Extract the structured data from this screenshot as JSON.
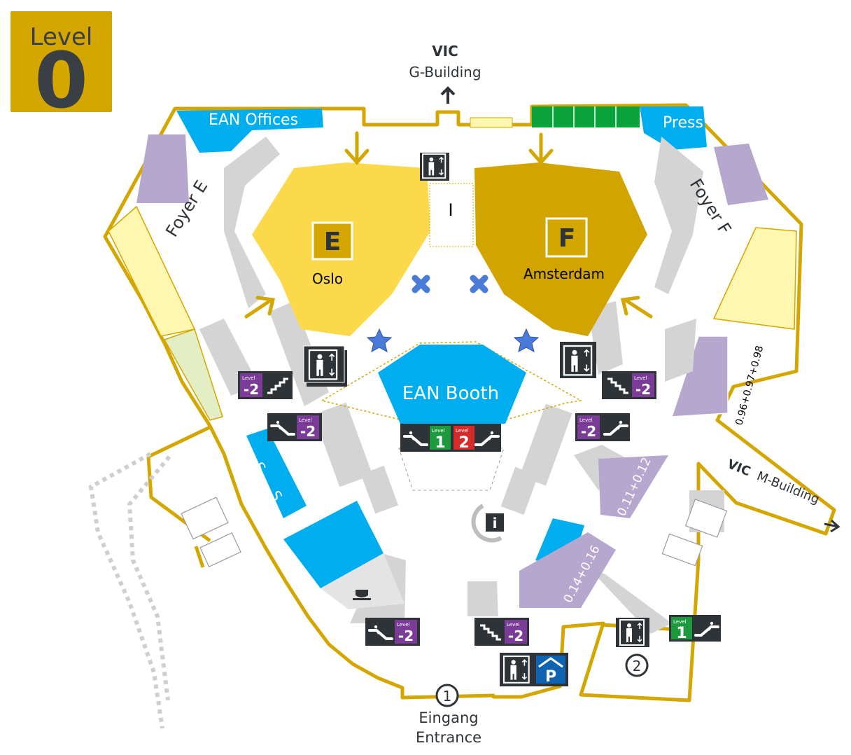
{
  "level_badge": {
    "word": "Level",
    "number": "0"
  },
  "labels": {
    "vic_top": "VIC",
    "g_building": "G-Building",
    "ean_offices": "EAN Offices",
    "press": "Press",
    "foyer_e": "Foyer E",
    "foyer_f": "Foyer F",
    "hall_e_letter": "E",
    "hall_e_name": "Oslo",
    "hall_f_letter": "F",
    "hall_f_name": "Amsterdam",
    "info_i": "I",
    "ean_booth": "EAN Booth",
    "ssc": "S S C",
    "vic_m_1": "VIC",
    "vic_m_2": "M-Building",
    "room_096": "0.96+0.97+0.98",
    "room_011": "0.11+0.12",
    "room_014": "0.14+0.16",
    "eingang": "Eingang",
    "entrance": "Entrance",
    "num_1": "1",
    "num_2": "2",
    "parking": "P",
    "info": "i",
    "badge_level_word": "Level",
    "level_m2": "-2",
    "level_1": "1",
    "level_2": "2"
  },
  "colors": {
    "gold": "#d4a600",
    "hall_e": "#fcd94a",
    "hall_f": "#d2a400",
    "blue": "#00aeef",
    "green": "#0aa33b",
    "purple": "#b6a7cf",
    "badge_purple": "#7b3c97",
    "badge_green": "#1d9a3e",
    "badge_red": "#d52b2b",
    "dark": "#2e3338",
    "grey": "#cfcfcf",
    "pale_yellow": "#fff6b0",
    "pale_green": "#e3eec4",
    "parking_blue": "#0f63b0",
    "star_blue": "#4a7bd6"
  }
}
